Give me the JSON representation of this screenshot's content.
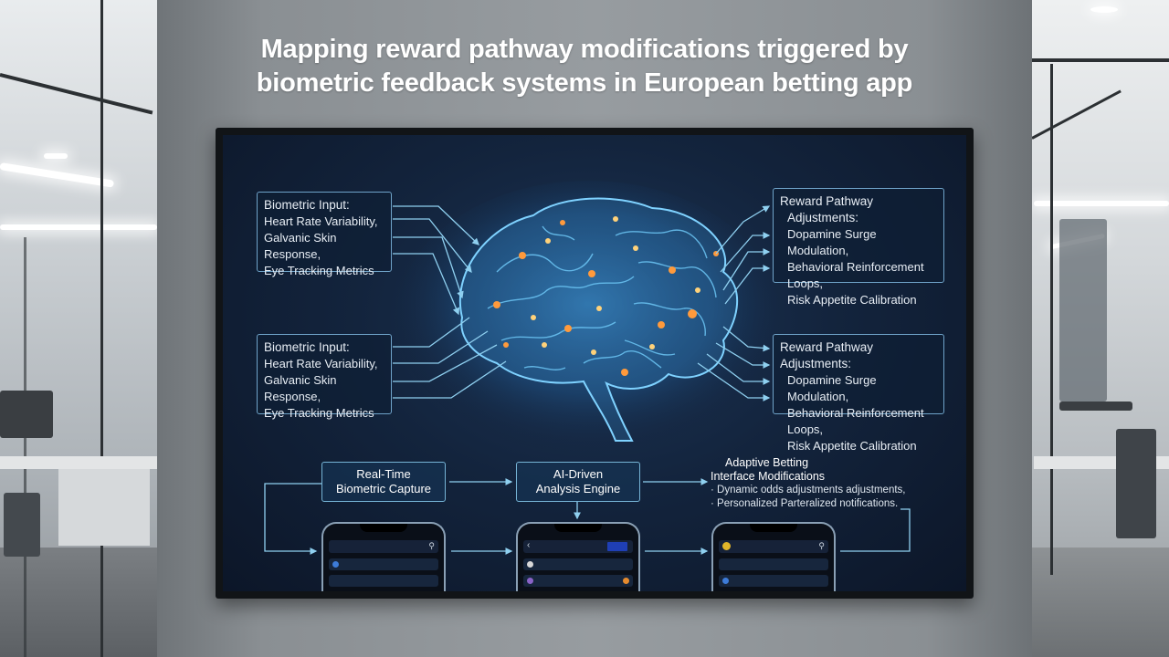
{
  "headline": {
    "line1": "Mapping reward pathway modifications triggered by",
    "line2": "biometric feedback systems in European betting app"
  },
  "biometric_top": {
    "title": "Biometric Input:",
    "items": [
      "Heart Rate Variability,",
      "Galvanic Skin Response,",
      "Eye Tracking Metrics"
    ]
  },
  "biometric_bottom": {
    "title": "Biometric Input:",
    "items": [
      "Heart Rate Variability,",
      "Galvanic Skin Response,",
      "Eye Tracking Metrics"
    ]
  },
  "reward_top": {
    "title_line1": "Reward Pathway",
    "title_line2": "Adjustments:",
    "items": [
      "Dopamine Surge Modulation,",
      "Behavioral Reinforcement Loops,",
      "Risk Appetite Calibration"
    ]
  },
  "reward_bottom": {
    "title": "Reward Pathway Adjustments:",
    "items": [
      "Dopamine Surge Modulation,",
      "Behavioral Reinforcement Loops,",
      "Risk Appetite Calibration"
    ]
  },
  "flow": {
    "capture_line1": "Real-Time",
    "capture_line2": "Biometric Capture",
    "engine_line1": "AI-Driven",
    "engine_line2": "Analysis Engine",
    "adaptive_line1": "Adaptive Betting",
    "adaptive_line2": "Interface Modifications",
    "adaptive_item1": "· Dynamic odds adjustments adjustments,",
    "adaptive_item2": "· Personalized Parteralized notifications."
  },
  "colors": {
    "accent_line": "#8fd0f0",
    "node_orange": "#ff9a3c",
    "brain_glow": "#5cc8ff"
  },
  "icons": [
    "brain-graphic",
    "search-icon",
    "back-arrow-icon",
    "eu-flag-icon",
    "coin-icon"
  ]
}
